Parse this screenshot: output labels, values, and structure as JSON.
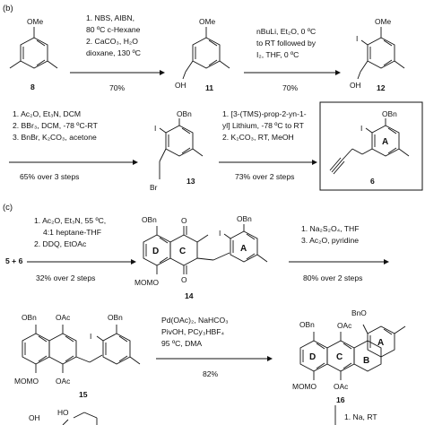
{
  "section_b": {
    "label": "(b)",
    "compounds": {
      "c8": "8",
      "c11": "11",
      "c12": "12",
      "c13": "13",
      "c6": "6"
    },
    "step1": {
      "lines": [
        "1. NBS, AIBN,",
        "80 ºC c-Hexane",
        "2. CaCO₃, H₂O",
        "dioxane, 130 ºC"
      ],
      "yield": "70%"
    },
    "step2": {
      "lines": [
        "nBuLi, Et₂O, 0 ºC",
        "to RT followed by",
        "I₂, THF, 0 ºC"
      ],
      "yield": "70%"
    },
    "step3": {
      "lines": [
        "1. Ac₂O, Et₃N, DCM",
        "2. BBr₃, DCM, -78 ºC-RT",
        "3. BnBr, K₂CO₃, acetone"
      ],
      "yield": "65% over 3 steps"
    },
    "step4": {
      "lines": [
        "1. [3-(TMS)-prop-2-yn-1-",
        "yl] Lithium, -78 ºC to RT",
        "2. K₂CO₃, RT, MeOH"
      ],
      "yield": "73% over 2 steps"
    }
  },
  "section_c": {
    "label": "(c)",
    "reactants": "5 + 6",
    "compounds": {
      "c14": "14",
      "c15": "15",
      "c16": "16"
    },
    "step1": {
      "lines": [
        "1. Ac₂O, Et₃N, 55 ºC,",
        "4:1 heptane-THF",
        "2. DDQ, EtOAc"
      ],
      "yield": "32% over 2 steps"
    },
    "step2": {
      "lines": [
        "1. Na₂S₂O₄, THF",
        "3. Ac₂O, pyridine"
      ],
      "yield": "80% over 2 steps"
    },
    "step3": {
      "lines": [
        "Pd(OAc)₂, NaHCO₃",
        "PivOH, PCy₃HBF₄",
        "95 ºC, DMA"
      ],
      "yield": "82%"
    },
    "step4": {
      "lines": [
        "1. Na, RT"
      ]
    }
  },
  "atoms": {
    "ome": "OMe",
    "oh": "OH",
    "i": "I",
    "obn": "OBn",
    "br": "Br",
    "oac": "OAc",
    "momo": "MOMO",
    "o": "O",
    "ho": "HO",
    "bno": "BnO"
  },
  "rings": {
    "a": "A",
    "b": "B",
    "c": "C",
    "d": "D"
  }
}
